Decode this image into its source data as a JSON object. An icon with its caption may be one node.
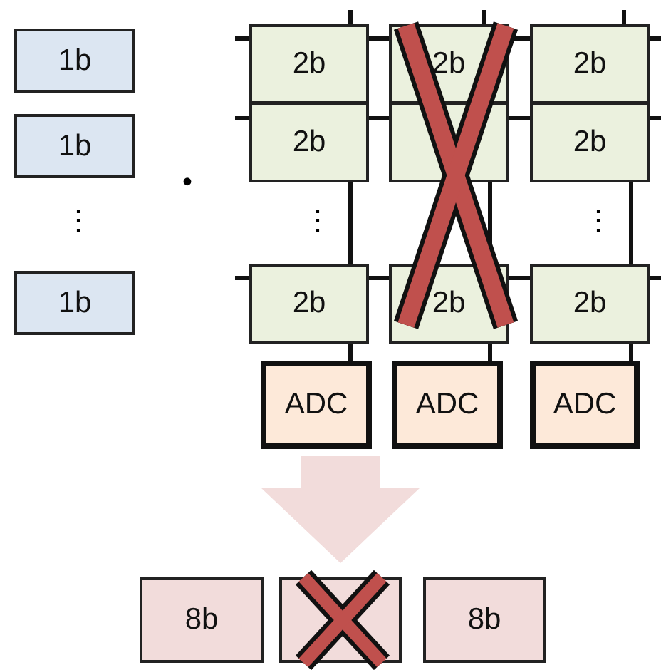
{
  "diagram": {
    "nodes": [
      {
        "text": [
          "1b"
        ]
      },
      {
        "text": [
          "1b"
        ]
      },
      {
        "text": [
          "1b"
        ]
      },
      {
        "text": [
          "2b"
        ]
      },
      {
        "text": [
          "2b"
        ]
      },
      {
        "text": [
          "2b"
        ]
      },
      {
        "text": [
          "2b"
        ]
      },
      {
        "text": [],
        "shape": "box"
      },
      {
        "text": [
          "2b"
        ]
      },
      {
        "text": [
          "2b"
        ]
      },
      {
        "text": [
          "2b"
        ]
      },
      {
        "text": [
          "2b"
        ]
      },
      {
        "text": [
          "ADC"
        ]
      },
      {
        "text": [
          "ADC"
        ]
      },
      {
        "text": [
          "ADC"
        ]
      },
      {
        "text": [
          "8b"
        ]
      },
      {
        "text": [],
        "shape": "box"
      },
      {
        "text": [
          "8b"
        ]
      }
    ],
    "edges": [
      {
        "from": 6,
        "to": 9,
        "arrow": "none"
      },
      {
        "from": 7,
        "to": 10,
        "arrow": "none"
      },
      {
        "from": 8,
        "to": 11,
        "arrow": "none"
      },
      {
        "from": 9,
        "to": 12,
        "arrow": "none"
      },
      {
        "from": 10,
        "to": 13,
        "arrow": "none"
      },
      {
        "from": 11,
        "to": 14,
        "arrow": "none"
      },
      {
        "from": 12,
        "to": 16,
        "arrow": "to",
        "style": "thick",
        "color": "#f2dcdb"
      }
    ],
    "labels": [
      "⋮",
      "•",
      "⋮",
      "⋮"
    ]
  }
}
